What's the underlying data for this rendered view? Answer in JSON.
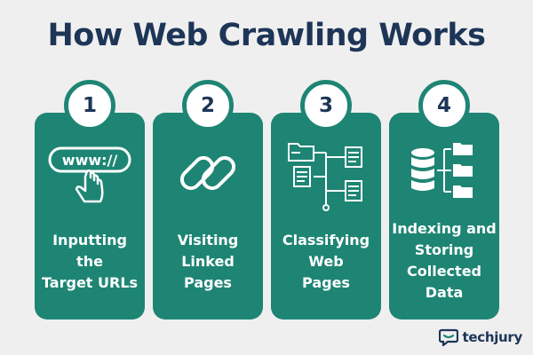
{
  "title": "How Web Crawling Works",
  "steps": [
    {
      "number": "1",
      "label": [
        "Inputting",
        "the",
        "Target URLs"
      ],
      "icon": "www-click-icon",
      "icon_text": "www://"
    },
    {
      "number": "2",
      "label": [
        "Visiting",
        "Linked",
        "Pages"
      ],
      "icon": "link-chain-icon"
    },
    {
      "number": "3",
      "label": [
        "Classifying",
        "Web",
        "Pages"
      ],
      "icon": "folder-tree-icon"
    },
    {
      "number": "4",
      "label": [
        "Indexing and",
        "Storing",
        "Collected",
        "Data"
      ],
      "icon": "database-folders-icon"
    }
  ],
  "brand": {
    "name": "techjury",
    "icon": "chat-bubble-logo-icon"
  },
  "colors": {
    "card": "#1e8574",
    "title": "#1d3557",
    "background": "#efefef",
    "badge": "#ffffff"
  }
}
